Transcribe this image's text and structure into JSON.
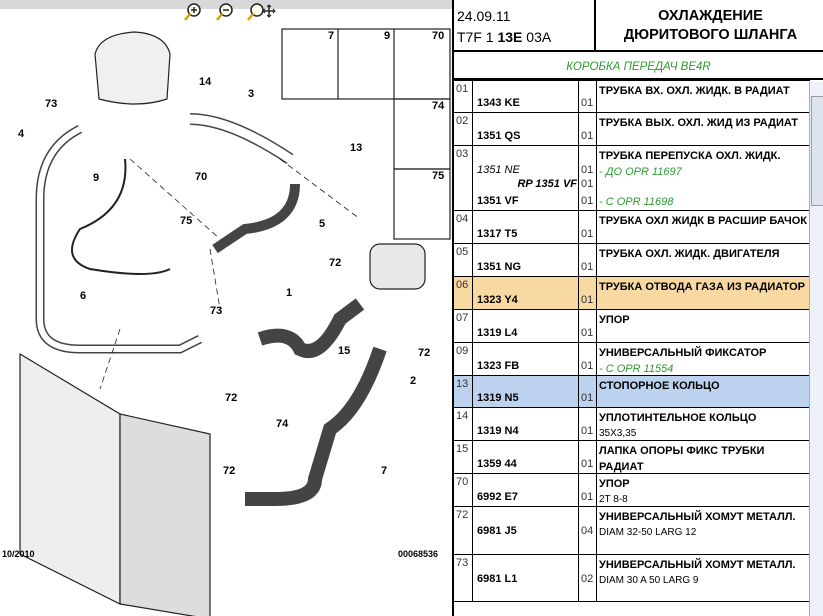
{
  "toolbar": {
    "zoom_in": "zoom-in-icon",
    "zoom_out": "zoom-out-icon",
    "pan": "zoom-pan-icon"
  },
  "diagram": {
    "footer_date": "10/2010",
    "footer_code": "00068536",
    "callouts": [
      "73",
      "4",
      "9",
      "6",
      "14",
      "3",
      "13",
      "70",
      "75",
      "5",
      "73",
      "72",
      "1",
      "15",
      "72",
      "74",
      "2",
      "72",
      "7",
      "72"
    ],
    "inset_labels": [
      "7",
      "9",
      "70",
      "74",
      "75"
    ]
  },
  "header": {
    "date": "24.09.11",
    "code_a": "T7F 1 ",
    "code_b": "13E",
    "code_c": " 03A",
    "title_line1": "ОХЛАЖДЕНИЕ",
    "title_line2": "ДЮРИТОВОГО ШЛАНГА"
  },
  "subheader": "КОРОБКА ПЕРЕДАЧ BE4R",
  "rows": [
    {
      "num": "01",
      "ref": "1343 KE",
      "qty": "01",
      "desc": "ТРУБКА ВХ. ОХЛ. ЖИДК. В РАДИАТ"
    },
    {
      "num": "02",
      "ref": "1351 QS",
      "qty": "01",
      "desc": "ТРУБКА ВЫХ. ОХЛ. ЖИД ИЗ РАДИАТ"
    },
    {
      "num": "03",
      "ref": "1351 VF",
      "qty": "01",
      "desc": "ТРУБКА ПЕРЕПУСКА ОХЛ. ЖИДК.",
      "ref_alt": "1351 NE",
      "qty_alt": "01",
      "note_alt": "- ДО OPR 11697",
      "ref_rp": "RP 1351 VF",
      "qty_rp": "01",
      "note": "- С OPR 11698"
    },
    {
      "num": "04",
      "ref": "1317 T5",
      "qty": "01",
      "desc": "ТРУБКА ОХЛ ЖИДК В РАСШИР БАЧОК"
    },
    {
      "num": "05",
      "ref": "1351 NG",
      "qty": "01",
      "desc": "ТРУБКА ОХЛ. ЖИДК. ДВИГАТЕЛЯ"
    },
    {
      "num": "06",
      "ref": "1323 Y4",
      "qty": "01",
      "desc": "ТРУБКА ОТВОДА ГАЗА ИЗ РАДИАТОР"
    },
    {
      "num": "07",
      "ref": "1319 L4",
      "qty": "01",
      "desc": "УПОР"
    },
    {
      "num": "09",
      "ref": "1323 FB",
      "qty": "01",
      "desc": "УНИВЕРСАЛЬНЫЙ ФИКСАТОР",
      "note": "- С OPR 11554"
    },
    {
      "num": "13",
      "ref": "1319 N5",
      "qty": "01",
      "desc": "СТОПОРНОЕ КОЛЬЦО"
    },
    {
      "num": "14",
      "ref": "1319 N4",
      "qty": "01",
      "desc": "УПЛОТИНТЕЛЬНОЕ КОЛЬЦО",
      "extra": "35X3,35"
    },
    {
      "num": "15",
      "ref": "1359 44",
      "qty": "01",
      "desc": "ЛАПКА ОПОРЫ ФИКС ТРУБКИ РАДИАТ"
    },
    {
      "num": "70",
      "ref": "6992 E7",
      "qty": "01",
      "desc": "УПОР",
      "extra": "2T 8-8"
    },
    {
      "num": "72",
      "ref": "6981 J5",
      "qty": "04",
      "desc": "УНИВЕРСАЛЬНЫЙ ХОМУТ МЕТАЛЛ.",
      "extra": "DIAM 32-50 LARG 12"
    },
    {
      "num": "73",
      "ref": "6981 L1",
      "qty": "02",
      "desc": "УНИВЕРСАЛЬНЫЙ ХОМУТ МЕТАЛЛ.",
      "extra": "DIAM 30 A 50 LARG 9"
    }
  ],
  "colors": {
    "selected": "#f8d9a2",
    "highlight": "#bcd2ee",
    "note": "#2e9a2e"
  }
}
